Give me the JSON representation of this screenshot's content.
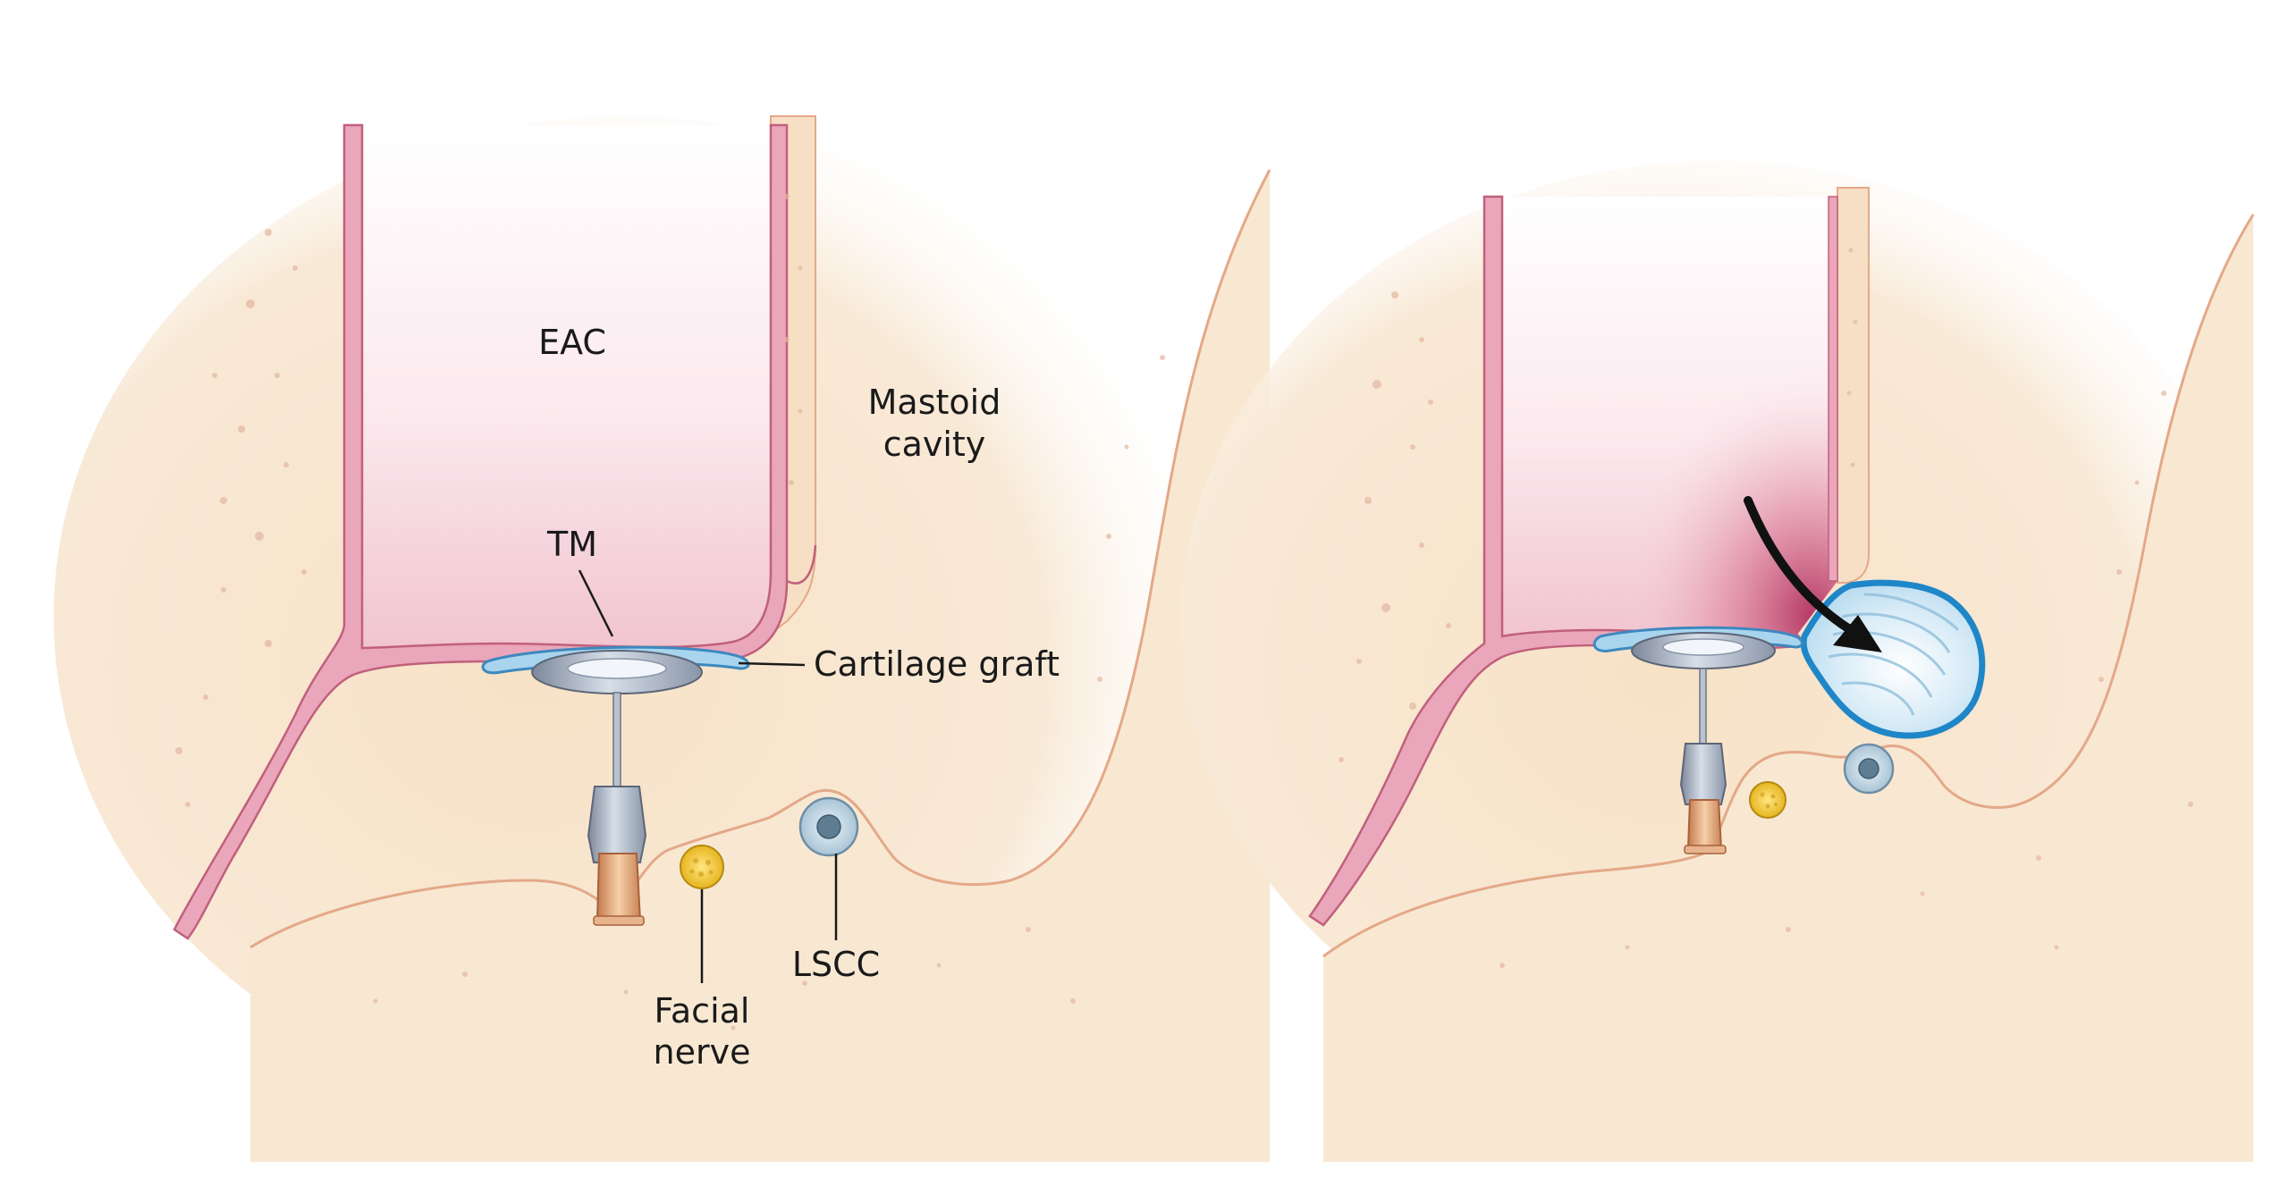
{
  "labels": {
    "eac": "EAC",
    "mastoid_line1": "Mastoid",
    "mastoid_line2": "cavity",
    "tm": "TM",
    "cartilage_graft": "Cartilage graft",
    "lscc": "LSCC",
    "facial_line1": "Facial",
    "facial_line2": "nerve"
  },
  "colors": {
    "bone": "#f8e8d2",
    "bone_edge": "#e4a888",
    "skin": "#e8a4b8",
    "skin_edge": "#c0607c",
    "canal_fill": "#f7dde4",
    "cartilage": "#a8d4ee",
    "cartilage_edge": "#3e88bf",
    "prosthesis": "#a8b4c8",
    "footplate": "#e8b48e",
    "nerve": "#f2c840",
    "lscc": "#bdd3e2",
    "cholesteatoma_edge": "#1f86c8",
    "arrow": "#111111"
  },
  "icons": {
    "left_panel": "intact-canal-wall-reconstruction-illustration",
    "right_panel": "retraction-pocket-cholesteatoma-illustration",
    "arrow": "curved-arrow-icon"
  }
}
